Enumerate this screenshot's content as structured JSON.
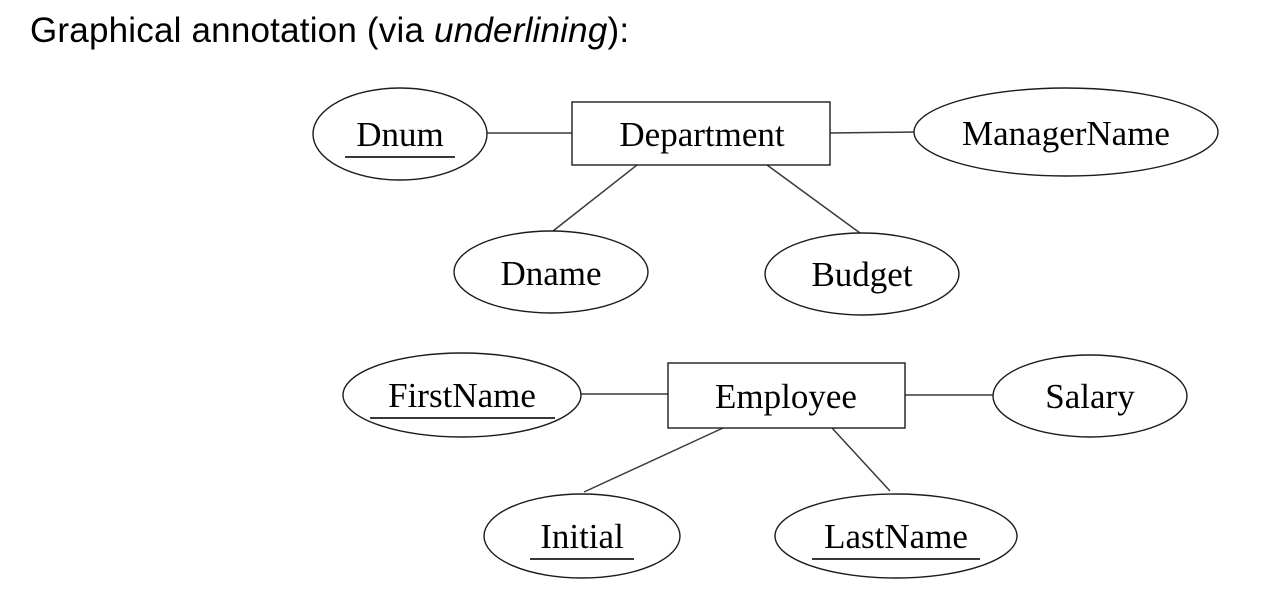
{
  "title": {
    "prefix": "Graphical annotation (via ",
    "emphasis": "underlining",
    "suffix": "):"
  },
  "diagram": {
    "type": "er-diagram",
    "key_notation": "underline",
    "entities": [
      {
        "name": "Department",
        "attributes": [
          {
            "label": "Dnum",
            "key": true
          },
          {
            "label": "ManagerName",
            "key": false
          },
          {
            "label": "Dname",
            "key": false
          },
          {
            "label": "Budget",
            "key": false
          }
        ]
      },
      {
        "name": "Employee",
        "attributes": [
          {
            "label": "FirstName",
            "key": true
          },
          {
            "label": "Salary",
            "key": false
          },
          {
            "label": "Initial",
            "key": true
          },
          {
            "label": "LastName",
            "key": true
          }
        ]
      }
    ]
  },
  "colors": {
    "background": "#ffffff",
    "stroke": "#1c1c1c",
    "connector": "#3a3a3a",
    "text": "#000000"
  }
}
